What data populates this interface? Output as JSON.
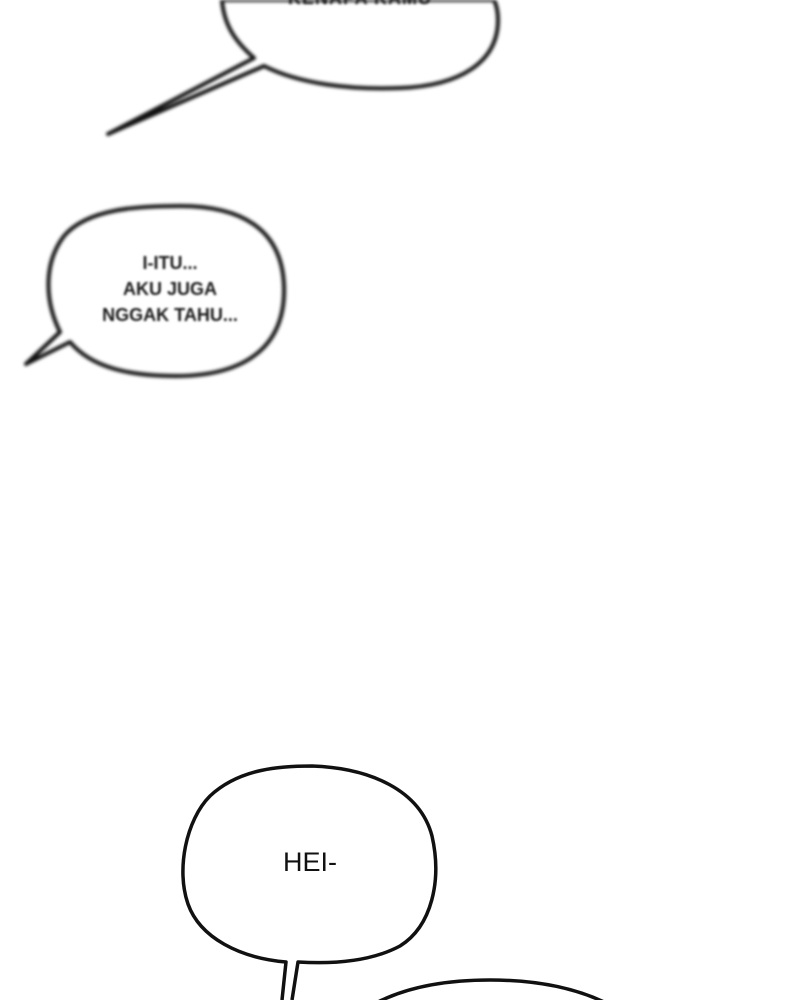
{
  "bubbles": {
    "top": {
      "text": "KENAPA KAMU"
    },
    "middle": {
      "lines": [
        "I-ITU...",
        "AKU JUGA",
        "NGGAK TAHU..."
      ]
    },
    "bottom": {
      "text": "HEI-"
    }
  },
  "colors": {
    "background": "#ffffff",
    "outline": "#111111",
    "text": "#1a1a1a"
  }
}
